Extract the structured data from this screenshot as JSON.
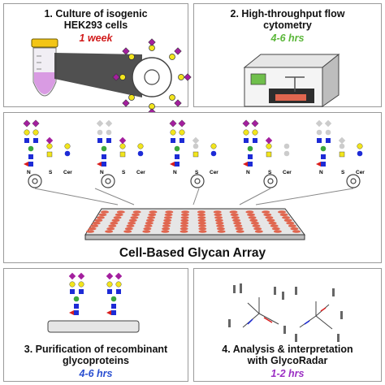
{
  "panels": {
    "culture": {
      "title_line1": "1. Culture of isogenic",
      "title_line2": "HEK293 cells",
      "time": "1 week",
      "time_color": "#d11a1a"
    },
    "flow": {
      "title_line1": "2. High-throughput flow",
      "title_line2": "cytometry",
      "time": "4-6 hrs",
      "time_color": "#5bb73a"
    },
    "array": {
      "title": "Cell-Based Glycan Array",
      "glycan_labels": [
        "N",
        "S",
        "Cer"
      ]
    },
    "purification": {
      "title_line1": "3. Purification of recombinant",
      "title_line2": "glycoproteins",
      "time": "4-6 hrs",
      "time_color": "#2a4fd1"
    },
    "analysis": {
      "title_line1": "4. Analysis & interpretation",
      "title_line2": "with GlycoRadar",
      "time": "1-2 hrs",
      "time_color": "#9b2fc4"
    }
  },
  "colors": {
    "galnac_yellow": "#f2e51d",
    "glcnac_blue": "#1d2bd6",
    "sialic_purple": "#a31f9e",
    "fucose_red": "#d91e1e",
    "mannose_green": "#3aa63a",
    "plate_well": "#e0664f",
    "faded": "#cccccc"
  }
}
